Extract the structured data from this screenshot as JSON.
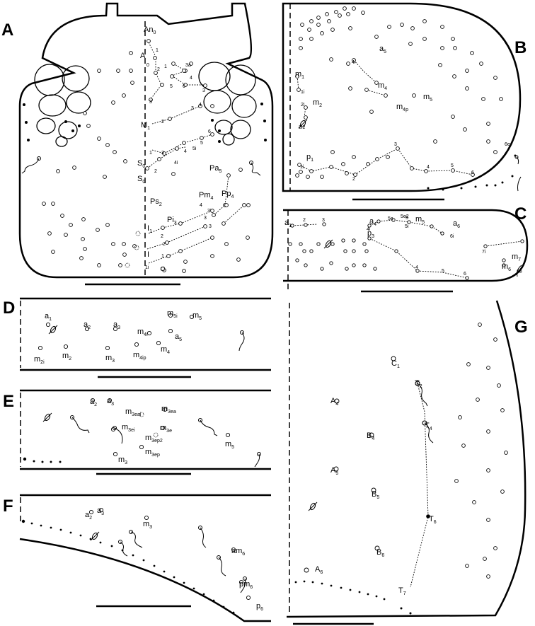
{
  "panel_letters": [
    "A",
    "B",
    "C",
    "D",
    "E",
    "F",
    "G"
  ],
  "labels": {
    "A": [
      {
        "b": "An",
        "s": "0"
      },
      {
        "b": "1"
      },
      {
        "b": "A"
      },
      {
        "b": "0"
      },
      {
        "b": "2"
      },
      {
        "b": "3a"
      },
      {
        "b": "1"
      },
      {
        "b": "4"
      },
      {
        "b": "5"
      },
      {
        "b": "6"
      },
      {
        "b": "3"
      },
      {
        "b": "3"
      },
      {
        "b": "M",
        "s": "1"
      },
      {
        "b": "2"
      },
      {
        "b": "3"
      },
      {
        "b": "4"
      },
      {
        "b": "6"
      },
      {
        "b": "5"
      },
      {
        "b": "5i"
      },
      {
        "b": "4i"
      },
      {
        "b": "4"
      },
      {
        "b": "3"
      },
      {
        "b": "1"
      },
      {
        "b": "S",
        "s": "0"
      },
      {
        "b": "S",
        "s": "0"
      },
      {
        "b": "2"
      },
      {
        "b": "Pa",
        "s": "5"
      },
      {
        "b": "Ps",
        "s": "2"
      },
      {
        "b": "Pm",
        "s": "4"
      },
      {
        "b": "Pp",
        "s": "4"
      },
      {
        "b": "4"
      },
      {
        "b": "Pi",
        "s": "3"
      },
      {
        "b": "3"
      },
      {
        "b": "3'"
      },
      {
        "b": "2"
      },
      {
        "b": "3"
      },
      {
        "b": "I",
        "s": "1"
      },
      {
        "b": "2"
      },
      {
        "b": "I"
      },
      {
        "b": "1"
      },
      {
        "b": "1i"
      }
    ],
    "B": [
      {
        "b": "a",
        "s": "5"
      },
      {
        "b": "4i"
      },
      {
        "b": "m",
        "s": "1"
      },
      {
        "b": "1i"
      },
      {
        "b": "m",
        "s": "4"
      },
      {
        "b": "m",
        "s": "5"
      },
      {
        "b": "2i"
      },
      {
        "b": "m",
        "s": "2"
      },
      {
        "b": "m",
        "s": "4p"
      },
      {
        "b": "2l2"
      },
      {
        "b": "6e"
      },
      {
        "b": "3"
      },
      {
        "b": "1i"
      },
      {
        "b": "p",
        "s": "1"
      },
      {
        "b": "2"
      },
      {
        "b": "4"
      },
      {
        "b": "5"
      },
      {
        "b": "6"
      }
    ],
    "C": [
      {
        "b": "a",
        "s": "1"
      },
      {
        "b": "2"
      },
      {
        "b": "3"
      },
      {
        "b": "a",
        "s": "4"
      },
      {
        "b": "5e"
      },
      {
        "b": "5e2"
      },
      {
        "b": "m",
        "s": "5"
      },
      {
        "b": "5"
      },
      {
        "b": "a",
        "s": "6"
      },
      {
        "b": "4i"
      },
      {
        "b": "5i"
      },
      {
        "b": "6i"
      },
      {
        "b": "p",
        "s": "3"
      },
      {
        "b": "7i"
      },
      {
        "b": "m",
        "s": "7"
      },
      {
        "b": "4"
      },
      {
        "b": "5"
      },
      {
        "b": "m",
        "s": "6"
      },
      {
        "b": "6"
      },
      {
        "b": "6e"
      }
    ],
    "D": [
      {
        "b": "a",
        "s": "1"
      },
      {
        "b": "a",
        "s": "2"
      },
      {
        "b": "a",
        "s": "3"
      },
      {
        "b": "m",
        "s": "5i"
      },
      {
        "b": "m",
        "s": "5"
      },
      {
        "b": "m",
        "s": "4i"
      },
      {
        "b": "a",
        "s": "5"
      },
      {
        "b": "m",
        "s": "2i"
      },
      {
        "b": "m",
        "s": "2"
      },
      {
        "b": "m",
        "s": "3"
      },
      {
        "b": "m",
        "s": "4ip"
      },
      {
        "b": "m",
        "s": "4"
      }
    ],
    "E": [
      {
        "b": "a",
        "s": "2"
      },
      {
        "b": "a",
        "s": "3"
      },
      {
        "b": "m",
        "s": "3eai"
      },
      {
        "b": "m",
        "s": "3ea"
      },
      {
        "b": "m",
        "s": "3ei"
      },
      {
        "b": "m",
        "s": "3e"
      },
      {
        "b": "m",
        "s": "3ep2"
      },
      {
        "b": "m",
        "s": "5"
      },
      {
        "b": "m",
        "s": "3ep"
      },
      {
        "b": "m",
        "s": "3"
      }
    ],
    "F": [
      {
        "b": "a",
        "s": "2"
      },
      {
        "b": "a",
        "s": "3"
      },
      {
        "b": "m",
        "s": "3"
      },
      {
        "b": "am",
        "s": "6"
      },
      {
        "b": "pm",
        "s": "6"
      },
      {
        "b": "p",
        "s": "6"
      }
    ],
    "G": [
      {
        "b": "C",
        "s": "1"
      },
      {
        "b": "T",
        "s": "2"
      },
      {
        "b": "A",
        "s": "4"
      },
      {
        "b": "T",
        "s": "4"
      },
      {
        "b": "B",
        "s": "4"
      },
      {
        "b": "A",
        "s": "5"
      },
      {
        "b": "B",
        "s": "5"
      },
      {
        "b": "T",
        "s": "6"
      },
      {
        "b": "B",
        "s": "6"
      },
      {
        "b": "A",
        "s": "6"
      },
      {
        "b": "T",
        "s": "7"
      }
    ]
  }
}
